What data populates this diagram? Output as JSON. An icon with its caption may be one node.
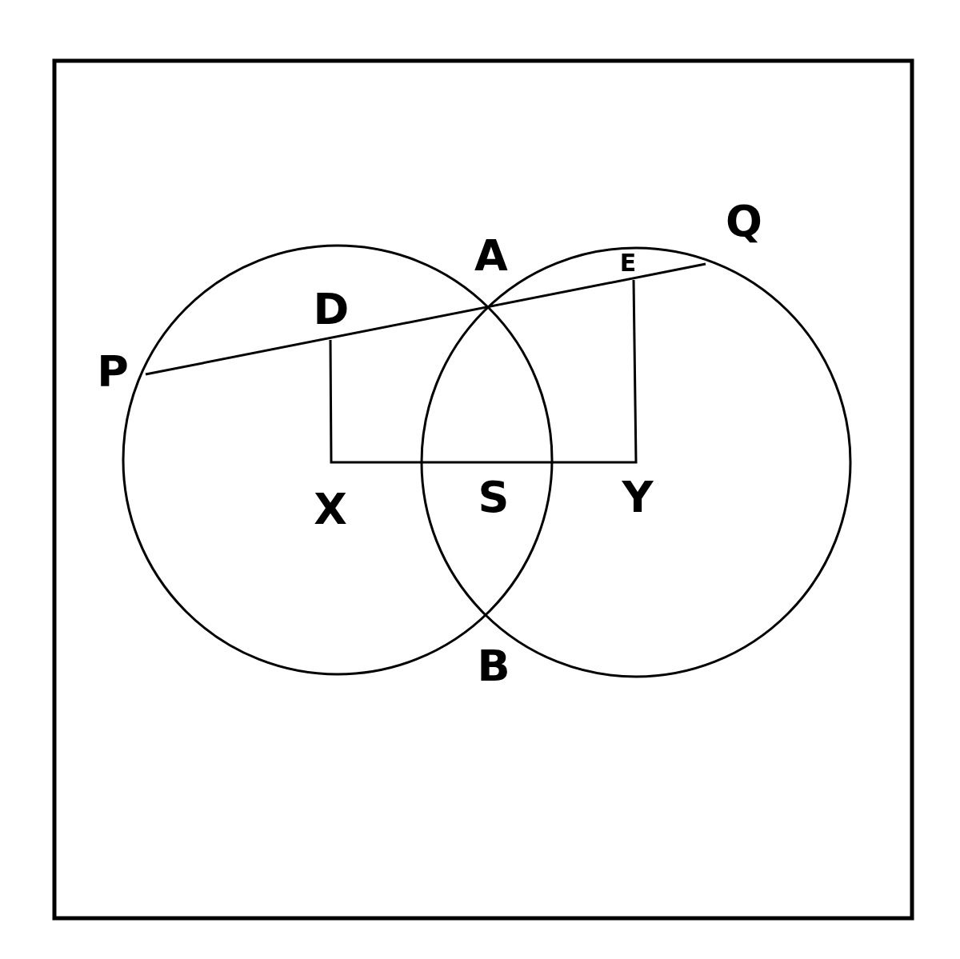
{
  "diagram": {
    "labels": [
      "Q",
      "A",
      "E",
      "D",
      "P",
      "X",
      "S",
      "Y",
      "B"
    ]
  }
}
